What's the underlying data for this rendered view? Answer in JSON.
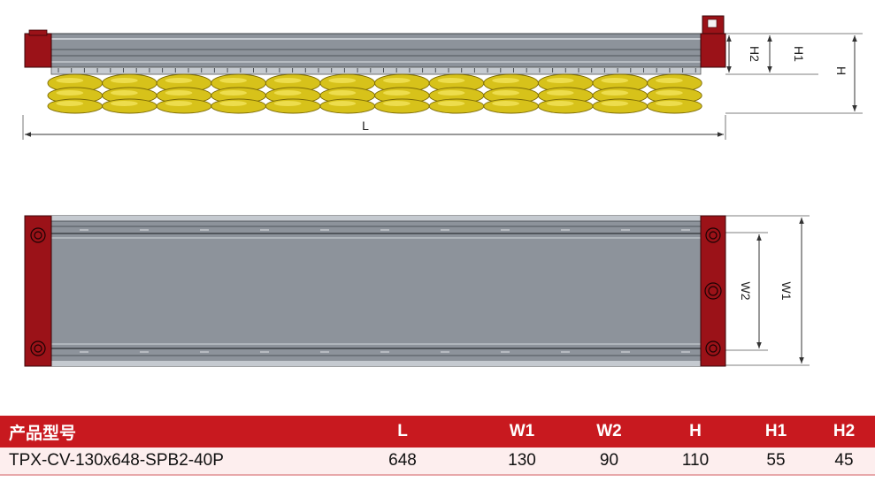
{
  "drawing": {
    "side_view": {
      "length_label": "L",
      "height_labels": [
        "H2",
        "H1",
        "H"
      ]
    },
    "top_view": {
      "width_labels": [
        "W2",
        "W1"
      ]
    },
    "colors": {
      "housing": "#8d939b",
      "housing_light": "#c5cad0",
      "end_plate": "#9b1218",
      "suction_cup": "#d7c21a",
      "suction_cup_light": "#f2e35a",
      "dimension_line": "#333333"
    }
  },
  "specs": {
    "headers": {
      "model": "产品型号",
      "L": "L",
      "W1": "W1",
      "W2": "W2",
      "H": "H",
      "H1": "H1",
      "H2": "H2"
    },
    "rows": [
      {
        "model": "TPX-CV-130x648-SPB2-40P",
        "L": "648",
        "W1": "130",
        "W2": "90",
        "H": "110",
        "H1": "55",
        "H2": "45"
      }
    ]
  }
}
